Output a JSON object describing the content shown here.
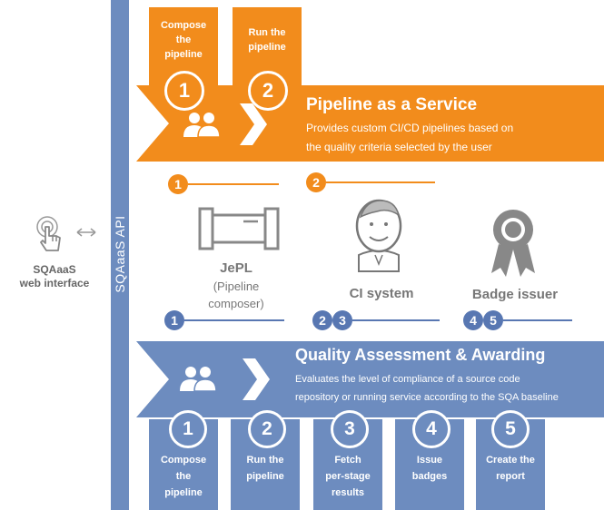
{
  "colors": {
    "orange": "#f28c1c",
    "blue": "#6d8cbf",
    "dark_blue": "#5877b2",
    "gray": "#777777"
  },
  "api_label": "SQAaaS API",
  "web_interface": {
    "line1": "SQAaaS",
    "line2": "web interface",
    "icon": "hand-pointer-icon"
  },
  "paas": {
    "title": "Pipeline as a Service",
    "desc_line1": "Provides custom CI/CD pipelines based on",
    "desc_line2": "the quality criteria selected by the user",
    "tabs": [
      {
        "number": "1",
        "line1": "Compose",
        "line2": "the",
        "line3": "pipeline"
      },
      {
        "number": "2",
        "line1": "Run the",
        "line2": "pipeline"
      }
    ]
  },
  "components": {
    "jepl": {
      "name": "JePL",
      "sub1": "(Pipeline",
      "sub2": "composer)",
      "icon": "pipe-icon"
    },
    "ci": {
      "name": "CI system",
      "icon": "jenkins-icon"
    },
    "badge": {
      "name": "Badge issuer",
      "icon": "badge-icon"
    }
  },
  "markers": {
    "o1": "1",
    "o2": "2",
    "b1": "1",
    "b2": "2",
    "b3": "3",
    "b4": "4",
    "b5": "5"
  },
  "qaa": {
    "title": "Quality Assessment & Awarding",
    "desc_line1": "Evaluates the level of compliance of a source code",
    "desc_line2": "repository or running service according to the SQA baseline",
    "tabs": [
      {
        "number": "1",
        "line1": "Compose",
        "line2": "the",
        "line3": "pipeline"
      },
      {
        "number": "2",
        "line1": "Run the",
        "line2": "pipeline"
      },
      {
        "number": "3",
        "line1": "Fetch",
        "line2": "per-stage",
        "line3": "results"
      },
      {
        "number": "4",
        "line1": "Issue",
        "line2": "badges"
      },
      {
        "number": "5",
        "line1": "Create the",
        "line2": "report"
      }
    ]
  }
}
